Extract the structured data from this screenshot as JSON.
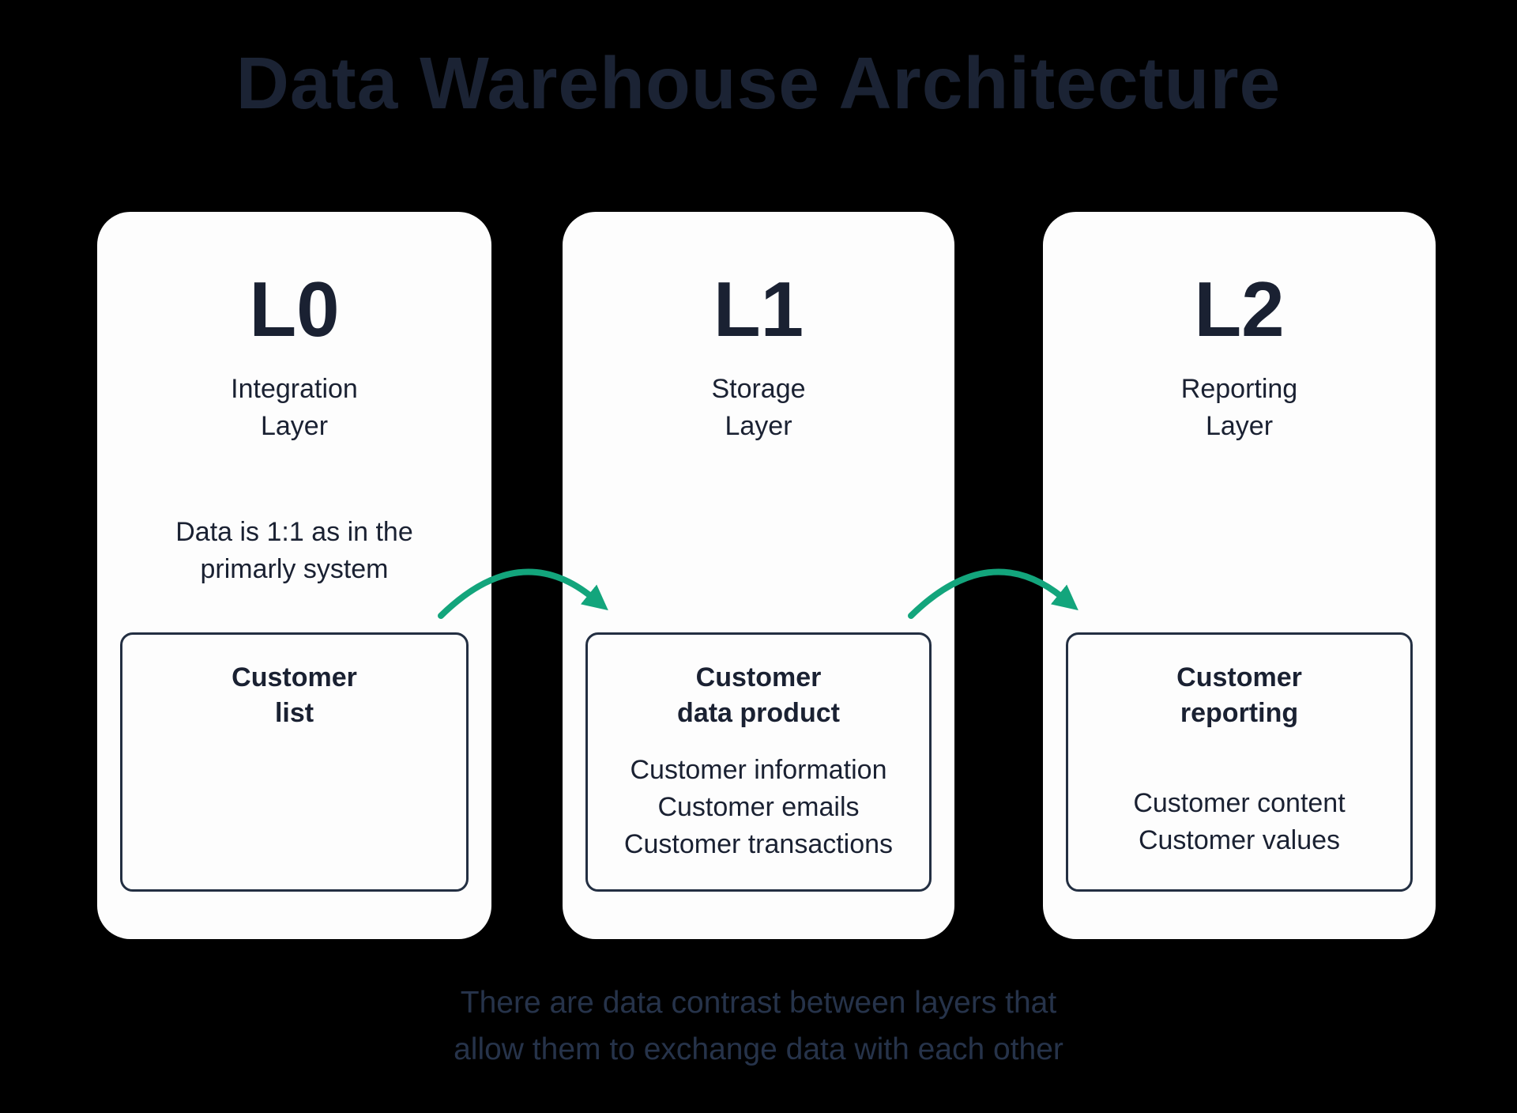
{
  "title": "Data Warehouse Architecture",
  "caption": "There are data contrast between layers that\nallow them to exchange data with each other",
  "colors": {
    "background": "#000000",
    "card_background": "#fdfdfd",
    "text": "#1a2132",
    "box_border": "#232f42",
    "arrow": "#13a57c"
  },
  "cards": [
    {
      "level": "L0",
      "layer_name": "Integration\nLayer",
      "description": "Data is 1:1 as in the\nprimarly system",
      "box": {
        "title": "Customer\nlist",
        "items": []
      }
    },
    {
      "level": "L1",
      "layer_name": "Storage\nLayer",
      "description": "",
      "box": {
        "title": "Customer\ndata product",
        "items": [
          "Customer information",
          "Customer emails",
          "Customer transactions"
        ]
      }
    },
    {
      "level": "L2",
      "layer_name": "Reporting\nLayer",
      "description": "",
      "box": {
        "title": "Customer\nreporting",
        "items": [
          "Customer content",
          "Customer values"
        ]
      }
    }
  ],
  "arrows": [
    {
      "from": "L0",
      "to": "L1"
    },
    {
      "from": "L1",
      "to": "L2"
    }
  ]
}
